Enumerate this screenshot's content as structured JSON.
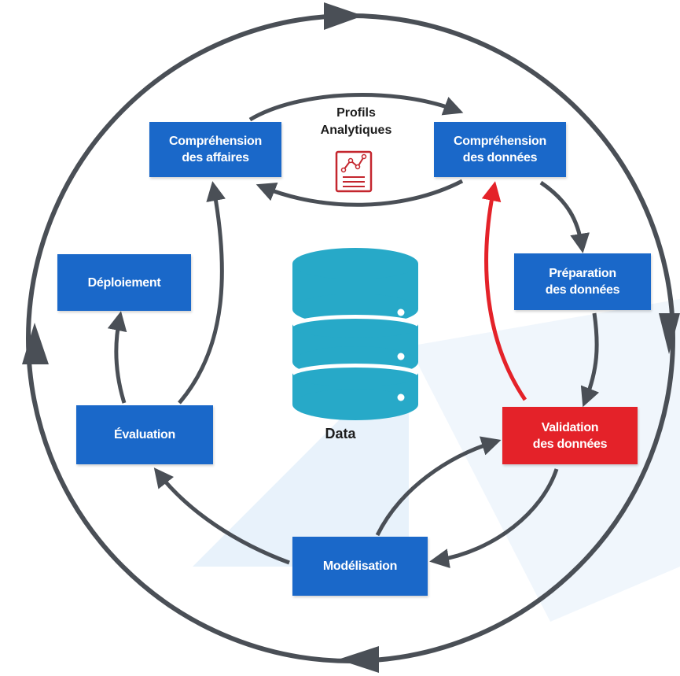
{
  "profils": {
    "line1": "Profils",
    "line2": "Analytiques",
    "icon": "analytics-report-icon"
  },
  "data_label": "Data",
  "boxes": {
    "comprehension_affaires": {
      "line1": "Compréhension",
      "line2": "des affaires"
    },
    "comprehension_donnees": {
      "line1": "Compréhension",
      "line2": "des données"
    },
    "preparation": {
      "line1": "Préparation",
      "line2": "des données"
    },
    "deploiement": {
      "line1": "Déploiement"
    },
    "evaluation": {
      "line1": "Évaluation"
    },
    "validation": {
      "line1": "Validation",
      "line2": "des données"
    },
    "modelisation": {
      "line1": "Modélisation"
    }
  },
  "colors": {
    "box_blue": "#1a68c9",
    "box_red": "#e42229",
    "arrow_gray": "#4a4f56",
    "arrow_red": "#e42229",
    "database_teal": "#27a9c8",
    "background_shape": "#e6f1fb"
  },
  "icons": [
    "database-icon",
    "analytics-report-icon"
  ]
}
